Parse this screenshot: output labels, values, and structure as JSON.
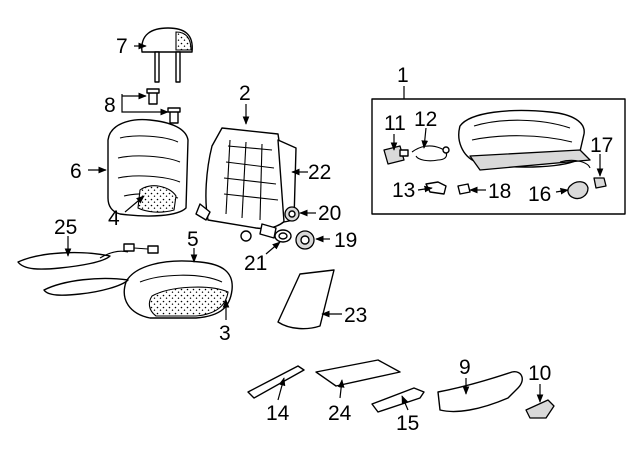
{
  "callouts": [
    {
      "id": "c1",
      "text": "1"
    },
    {
      "id": "c2",
      "text": "2"
    },
    {
      "id": "c3",
      "text": "3"
    },
    {
      "id": "c4",
      "text": "4"
    },
    {
      "id": "c5",
      "text": "5"
    },
    {
      "id": "c6",
      "text": "6"
    },
    {
      "id": "c7",
      "text": "7"
    },
    {
      "id": "c8",
      "text": "8"
    },
    {
      "id": "c9",
      "text": "9"
    },
    {
      "id": "c10",
      "text": "10"
    },
    {
      "id": "c11",
      "text": "11"
    },
    {
      "id": "c12",
      "text": "12"
    },
    {
      "id": "c13",
      "text": "13"
    },
    {
      "id": "c14",
      "text": "14"
    },
    {
      "id": "c15",
      "text": "15"
    },
    {
      "id": "c16",
      "text": "16"
    },
    {
      "id": "c17",
      "text": "17"
    },
    {
      "id": "c18",
      "text": "18"
    },
    {
      "id": "c19",
      "text": "19"
    },
    {
      "id": "c20",
      "text": "20"
    },
    {
      "id": "c21",
      "text": "21"
    },
    {
      "id": "c22",
      "text": "22"
    },
    {
      "id": "c23",
      "text": "23"
    },
    {
      "id": "c24",
      "text": "24"
    },
    {
      "id": "c25",
      "text": "25"
    }
  ]
}
